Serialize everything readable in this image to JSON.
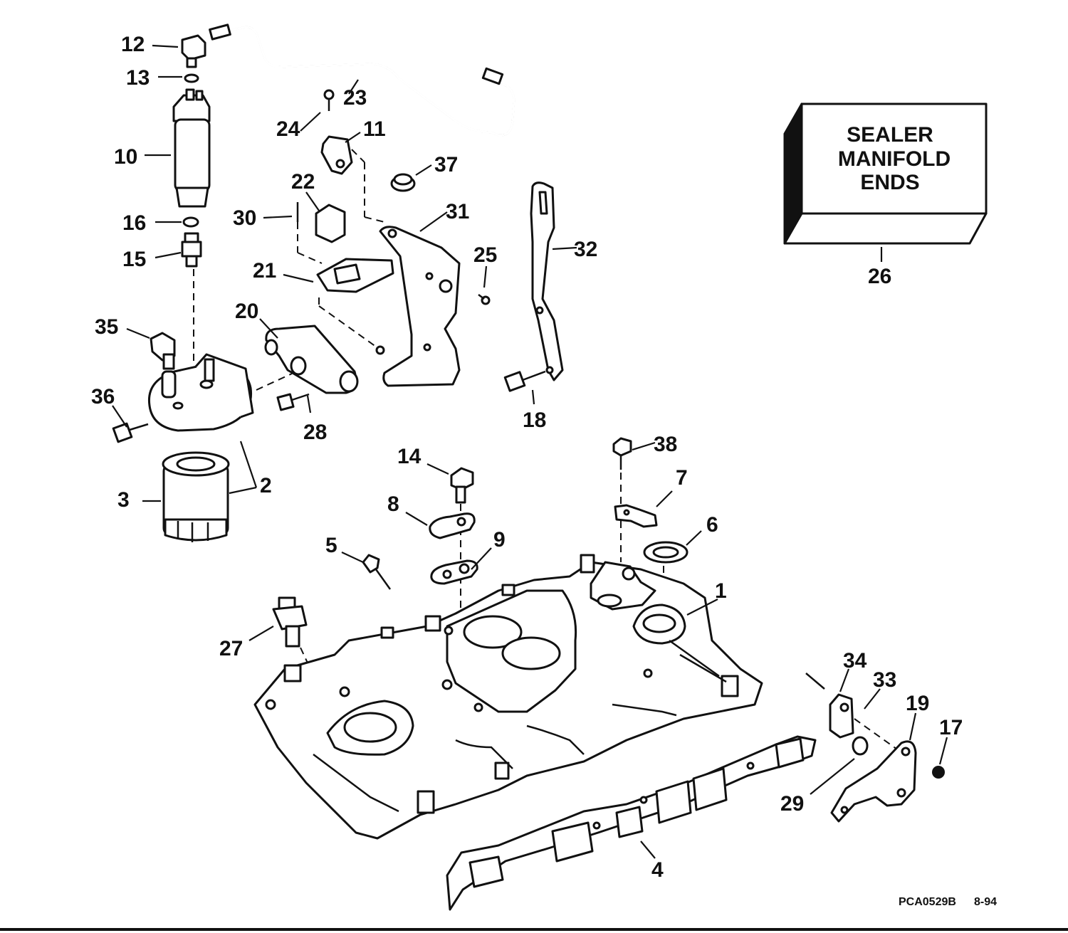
{
  "parts": [
    {
      "number": "1"
    },
    {
      "number": "2"
    },
    {
      "number": "3"
    },
    {
      "number": "4"
    },
    {
      "number": "5"
    },
    {
      "number": "6"
    },
    {
      "number": "7"
    },
    {
      "number": "8"
    },
    {
      "number": "9"
    },
    {
      "number": "10"
    },
    {
      "number": "11"
    },
    {
      "number": "12"
    },
    {
      "number": "13"
    },
    {
      "number": "14"
    },
    {
      "number": "15"
    },
    {
      "number": "16"
    },
    {
      "number": "17"
    },
    {
      "number": "18"
    },
    {
      "number": "19"
    },
    {
      "number": "20"
    },
    {
      "number": "21"
    },
    {
      "number": "22"
    },
    {
      "number": "23"
    },
    {
      "number": "24"
    },
    {
      "number": "25"
    },
    {
      "number": "26"
    },
    {
      "number": "27"
    },
    {
      "number": "28"
    },
    {
      "number": "29"
    },
    {
      "number": "30"
    },
    {
      "number": "31"
    },
    {
      "number": "32"
    },
    {
      "number": "33"
    },
    {
      "number": "34"
    },
    {
      "number": "35"
    },
    {
      "number": "36"
    },
    {
      "number": "37"
    },
    {
      "number": "38"
    }
  ],
  "sealer_box": {
    "line1": "SEALER",
    "line2": "MANIFOLD",
    "line3": "ENDS"
  },
  "footer": {
    "code": "PCA0529B",
    "date": "8-94"
  }
}
